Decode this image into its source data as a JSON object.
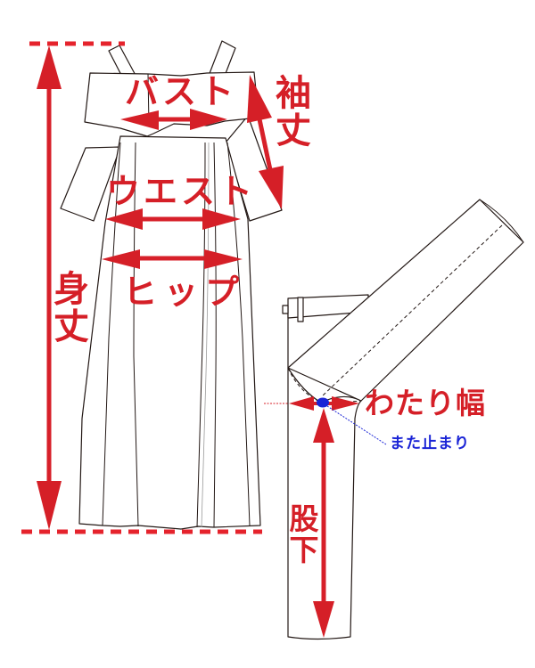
{
  "diagram": {
    "subject": "dress and pants measurement guide",
    "colors": {
      "measure_red": "#d51f27",
      "crotch_point_blue": "#1a24d6",
      "outline": "#231815"
    },
    "labels": {
      "bust": "バスト",
      "sleeve_length": "袖丈",
      "waist": "ウエスト",
      "hip": "ヒップ",
      "body_length": "身丈",
      "thigh_width": "わたり幅",
      "crotch_point": "また止まり",
      "inseam": "股下"
    },
    "measurements": [
      {
        "id": "bust",
        "label": "バスト",
        "direction": "horizontal"
      },
      {
        "id": "sleeve_length",
        "label": "袖丈",
        "direction": "diagonal"
      },
      {
        "id": "waist",
        "label": "ウエスト",
        "direction": "horizontal"
      },
      {
        "id": "hip",
        "label": "ヒップ",
        "direction": "horizontal"
      },
      {
        "id": "body_length",
        "label": "身丈",
        "direction": "vertical"
      },
      {
        "id": "thigh_width",
        "label": "わたり幅",
        "direction": "horizontal"
      },
      {
        "id": "inseam",
        "label": "股下",
        "direction": "vertical"
      }
    ]
  }
}
